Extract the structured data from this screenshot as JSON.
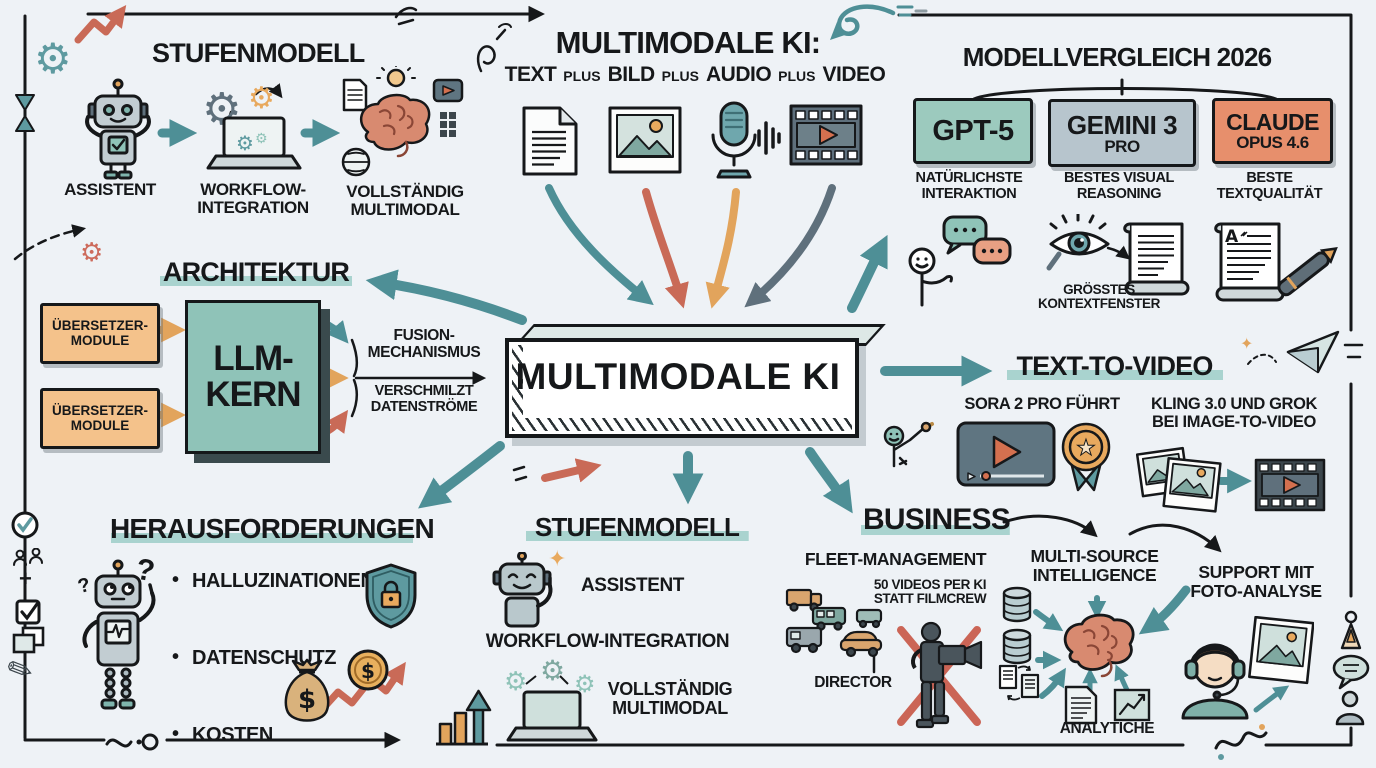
{
  "palette": {
    "background": "#eef2f6",
    "ink": "#16181a",
    "teal_arrow": "#4e8f96",
    "red_arrow": "#c96a57",
    "orange_arrow": "#e2a45c",
    "gray_arrow": "#5f707c",
    "highlight": "#a9d3cf",
    "box_teal": "#9ccabe",
    "box_gray": "#b7c5cd",
    "box_salmon": "#e78f6c",
    "box_peach": "#f4c28b",
    "core_teal": "#8fc3b8"
  },
  "glyphs": {
    "gear": "⚙",
    "plus": "+",
    "pencil": "✎",
    "sparkle": "✦",
    "question": "?",
    "star": "★",
    "dollar": "$"
  },
  "top_left": {
    "title": "STUFENMODELL",
    "steps": [
      {
        "label": "ASSISTENT"
      },
      {
        "label_lines": [
          "WORKFLOW-",
          "INTEGRATION"
        ]
      },
      {
        "label_lines": [
          "VOLLSTÄNDIG",
          "MULTIMODAL"
        ]
      }
    ]
  },
  "top_center": {
    "title": "MULTIMODALE KI:",
    "subtitle_parts": [
      "TEXT",
      "PLUS",
      "BILD",
      "PLUS",
      "AUDIO",
      "PLUS",
      "VIDEO"
    ]
  },
  "model_comparison": {
    "title": "MODELLVERGLEICH 2026",
    "scroll_letter": "A",
    "models": [
      {
        "name": "GPT-5",
        "sub": "",
        "caption_lines": [
          "NATÜRLICHSTE",
          "INTERAKTION"
        ]
      },
      {
        "name": "GEMINI 3",
        "sub": "PRO",
        "caption_lines": [
          "BESTES VISUAL",
          "REASONING"
        ]
      },
      {
        "name": "CLAUDE",
        "sub": "OPUS 4.6",
        "caption_lines": [
          "BESTE",
          "TEXTQUALITÄT"
        ]
      }
    ],
    "context_note_lines": [
      "GRÖSSTES",
      "KONTEXTFENSTER"
    ]
  },
  "architecture": {
    "title": "ARCHITEKTUR",
    "module_boxes": [
      {
        "lines": [
          "ÜBERSETZER-",
          "MODULE"
        ]
      },
      {
        "lines": [
          "ÜBERSETZER-",
          "MODULE"
        ]
      }
    ],
    "core_lines": [
      "LLM-",
      "KERN"
    ],
    "fusion_title_lines": [
      "FUSION-",
      "MECHANISMUS"
    ],
    "fusion_sub_lines": [
      "VERSCHMILZT",
      "DATENSTRÖME"
    ]
  },
  "center_hub": {
    "label": "MULTIMODALE KI"
  },
  "text_to_video": {
    "title": "TEXT-TO-VIDEO",
    "sora_note": "SORA 2 PRO FÜHRT",
    "kling_note_lines": [
      "KLING 3.0 UND GROK",
      "BEI IMAGE-TO-VIDEO"
    ]
  },
  "challenges": {
    "title": "HERAUSFORDERUNGEN",
    "items": [
      "HALLUZINATIONEN",
      "DATENSCHUTZ",
      "KOSTEN"
    ]
  },
  "levels": {
    "title": "STUFENMODELL",
    "step1": "ASSISTENT",
    "step2": "WORKFLOW-INTEGRATION",
    "step3_lines": [
      "VOLLSTÄNDIG",
      "MULTIMODAL"
    ]
  },
  "business": {
    "title": "BUSINESS",
    "fleet": "FLEET-MANAGEMENT",
    "video_note_lines": [
      "50 VIDEOS PER KI",
      "STATT FILMCREW"
    ],
    "director": "DIRECTOR",
    "multi_source_lines": [
      "MULTI-SOURCE",
      "INTELLIGENCE"
    ],
    "analytics": "ANALYTICHE",
    "support_lines": [
      "SUPPORT MIT",
      "FOTO-ANALYSE"
    ]
  }
}
